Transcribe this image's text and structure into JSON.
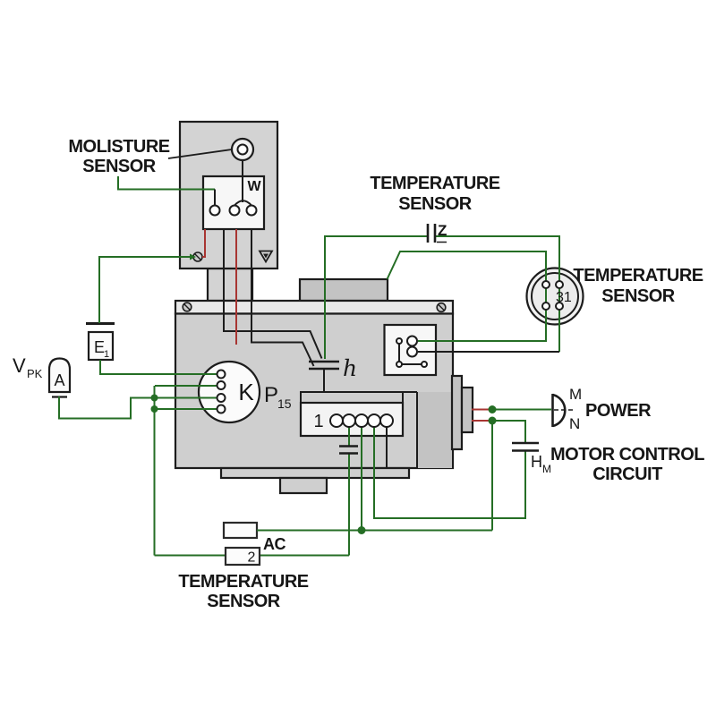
{
  "colors": {
    "wire-green": "#256e25",
    "wire-red": "#a83532",
    "wire-black": "#1c1c1c",
    "body-fill": "#cfcfcf",
    "panel-fill": "#d3d3d3",
    "block-fill": "#c3c3c3",
    "rail-fill": "#e9e9e9",
    "box-fill": "#f7f7f7",
    "outline": "#1c1c1c",
    "label-color": "#161616",
    "background": "#ffffff"
  },
  "icons": {
    "screw": "slotted-circle",
    "triangle_mark": "triangle-outline",
    "junction_dot": "filled-circle",
    "arrowhead": "small-triangle"
  },
  "diagram": {
    "labels": {
      "moisture_sensor": {
        "line1": "MOLISTURE",
        "line2": "SENSOR"
      },
      "temperature_sensor_top": {
        "line1": "TEMPERATURE",
        "line2": "SENSOR"
      },
      "temperature_sensor_right": {
        "line1": "TEMPERATURE",
        "line2": "SENSOR"
      },
      "temperature_sensor_bottom": {
        "line1": "TEMPERATURE",
        "line2": "SENSOR"
      },
      "power": "POWER",
      "motor_control": {
        "line1": "MOTOR CONTROL",
        "line2": "CIRCUIT"
      },
      "ac": "AC"
    },
    "components": {
      "w_switch": "W",
      "z_capacitor": "Z",
      "e1": {
        "main": "E",
        "sub": "1"
      },
      "vpk": {
        "main": "V",
        "sub": "PK"
      },
      "ammeter": "A",
      "k_relay": "K",
      "p15": {
        "main": "P",
        "sub": "15"
      },
      "h_capacitor": "h",
      "connector_31": "31",
      "terminal_strip": "1",
      "power_m": "M",
      "power_n": "N",
      "hm_capacitor": {
        "main": "H",
        "sub": "M"
      },
      "box_2": "2"
    }
  }
}
